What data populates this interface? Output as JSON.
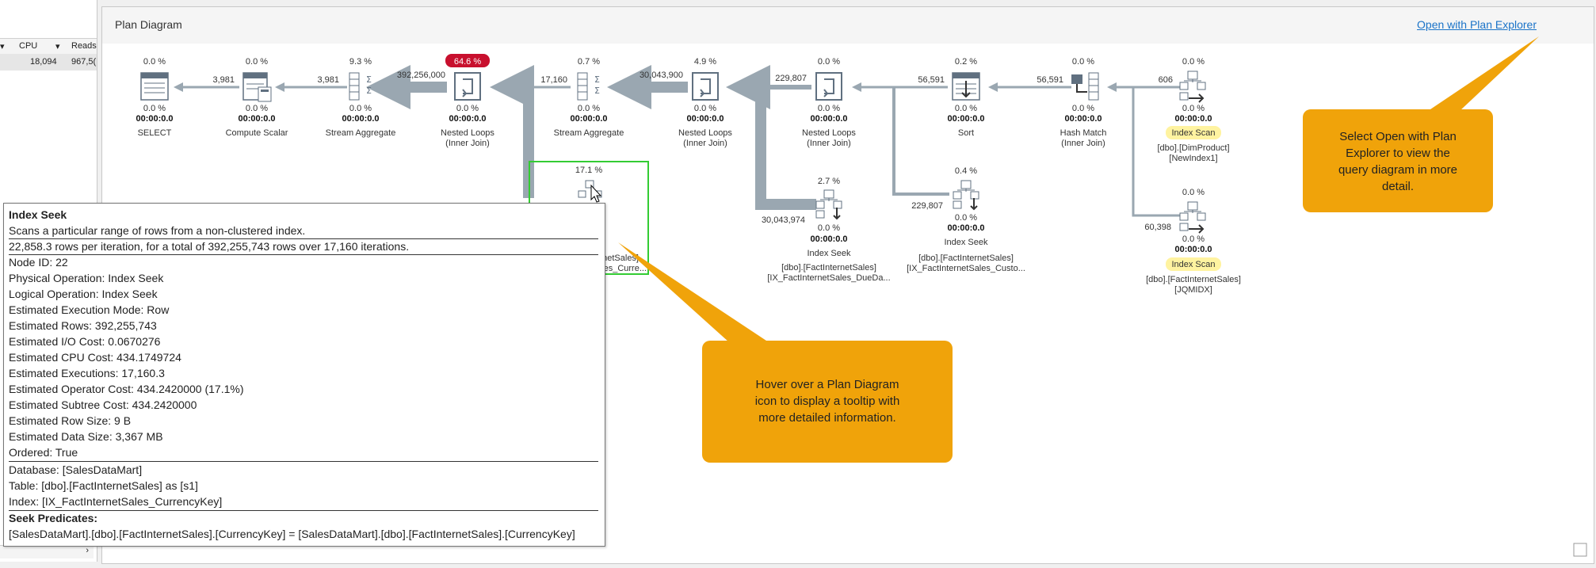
{
  "left_grid": {
    "col_cpu": "CPU",
    "col_reads": "Reads",
    "row_cpu": "18,094",
    "row_reads": "967,5("
  },
  "panel": {
    "title": "Plan Diagram",
    "open_link": "Open with Plan Explorer"
  },
  "nodes": {
    "select": {
      "pct": "0.0 %",
      "sub_pct": "0.0 %",
      "time": "00:00:0.0",
      "name": "SELECT"
    },
    "compute_scalar": {
      "pct": "0.0 %",
      "sub_pct": "0.0 %",
      "time": "00:00:0.0",
      "name": "Compute Scalar"
    },
    "stream_aggregate_1": {
      "pct": "9.3 %",
      "sub_pct": "0.0 %",
      "time": "00:00:0.0",
      "name": "Stream Aggregate"
    },
    "nested_loops_1": {
      "pct": "64.6 %",
      "sub_pct": "0.0 %",
      "time": "00:00:0.0",
      "name": "Nested Loops",
      "sub": "(Inner Join)"
    },
    "stream_aggregate_2": {
      "pct": "0.7 %",
      "sub_pct": "0.0 %",
      "time": "00:00:0.0",
      "name": "Stream Aggregate"
    },
    "nested_loops_2": {
      "pct": "4.9 %",
      "sub_pct": "0.0 %",
      "time": "00:00:0.0",
      "name": "Nested Loops",
      "sub": "(Inner Join)"
    },
    "nested_loops_3": {
      "pct": "0.0 %",
      "sub_pct": "0.0 %",
      "time": "00:00:0.0",
      "name": "Nested Loops",
      "sub": "(Inner Join)"
    },
    "sort": {
      "pct": "0.2 %",
      "sub_pct": "0.0 %",
      "time": "00:00:0.0",
      "name": "Sort"
    },
    "hash_match": {
      "pct": "0.0 %",
      "sub_pct": "0.0 %",
      "time": "00:00:0.0",
      "name": "Hash Match",
      "sub": "(Inner Join)"
    },
    "index_scan_1": {
      "pct": "0.0 %",
      "sub_pct": "0.0 %",
      "time": "00:00:0.0",
      "name": "Index Scan",
      "obj1": "[dbo].[DimProduct]",
      "obj2": "[NewIndex1]"
    },
    "index_seek_sel": {
      "pct": "17.1 %",
      "name": "ek",
      "obj1": "ernetSales]",
      "obj2": "es_Curre..."
    },
    "index_seek_2": {
      "pct": "2.7 %",
      "sub_pct": "0.0 %",
      "time": "00:00:0.0",
      "name": "Index Seek",
      "obj1": "[dbo].[FactInternetSales]",
      "obj2": "[IX_FactInternetSales_DueDa..."
    },
    "index_seek_3": {
      "pct": "0.4 %",
      "sub_pct": "0.0 %",
      "time": "00:00:0.0",
      "name": "Index Seek",
      "obj1": "[dbo].[FactInternetSales]",
      "obj2": "[IX_FactInternetSales_Custo..."
    },
    "index_scan_2": {
      "pct": "0.0 %",
      "sub_pct": "0.0 %",
      "time": "00:00:0.0",
      "name": "Index Scan",
      "obj1": "[dbo].[FactInternetSales]",
      "obj2": "[JQMIDX]"
    }
  },
  "edges": {
    "e1": "3,981",
    "e2": "3,981",
    "e3": "392,256,000",
    "e4": "17,160",
    "e5": "30,043,900",
    "e6": "229,807",
    "e7": "56,591",
    "e8": "56,591",
    "e9": "606",
    "e10": "30,043,974",
    "e11": "229,807",
    "e12": "60,398"
  },
  "tooltip": {
    "title": "Index Seek",
    "desc": "Scans a particular range of rows from a non-clustered index.",
    "rows_line": "22,858.3 rows per iteration, for a total of 392,255,743 rows over 17,160 iterations.",
    "props": [
      "Node ID:  22",
      "Physical Operation:  Index Seek",
      "Logical Operation:  Index Seek",
      "Estimated Execution Mode:  Row",
      "Estimated Rows:  392,255,743",
      "Estimated I/O Cost:  0.0670276",
      "Estimated CPU Cost:  434.1749724",
      "Estimated Executions:  17,160.3",
      "Estimated Operator Cost:  434.2420000 (17.1%)",
      "Estimated Subtree Cost:  434.2420000",
      "Estimated Row Size:  9 B",
      "Estimated Data Size:  3,367 MB",
      "Ordered:  True"
    ],
    "database": "Database:  [SalesDataMart]",
    "table": "Table:  [dbo].[FactInternetSales] as [s1]",
    "index": "Index:  [IX_FactInternetSales_CurrencyKey]",
    "pred_title": "Seek Predicates:",
    "pred": "[SalesDataMart].[dbo].[FactInternetSales].[CurrencyKey] = [SalesDataMart].[dbo].[FactInternetSales].[CurrencyKey]"
  },
  "callouts": {
    "right": [
      "Select Open with Plan",
      "Explorer to view the",
      "query diagram in more",
      "detail."
    ],
    "bottom": [
      "Hover over a Plan Diagram",
      "icon to display a tooltip with",
      "more detailed information."
    ]
  },
  "colors": {
    "arrow": "#9aa7b1",
    "callout": "#f0a30a",
    "highlight_pct": "#c8102e",
    "selection": "#33cc33",
    "index_badge": "#fff3a0"
  }
}
